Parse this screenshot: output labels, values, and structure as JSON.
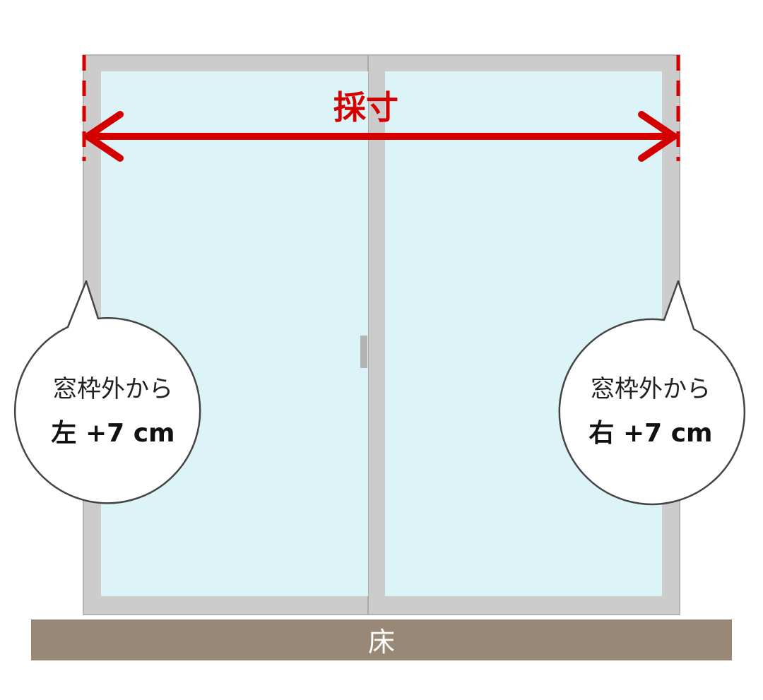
{
  "diagram": {
    "measurement_label": "採寸",
    "floor_label": "床",
    "left_callout": {
      "line1": "窓枠外から",
      "line2": "左 +7 cm"
    },
    "right_callout": {
      "line1": "窓枠外から",
      "line2": "右 +7 cm"
    },
    "colors": {
      "measure_red": "#d40000",
      "frame_gray": "#cccccc",
      "frame_border": "#b3b3b3",
      "glass": "#dcf3f7",
      "floor_brown": "#9a8877",
      "bubble_outline": "#444444"
    }
  }
}
